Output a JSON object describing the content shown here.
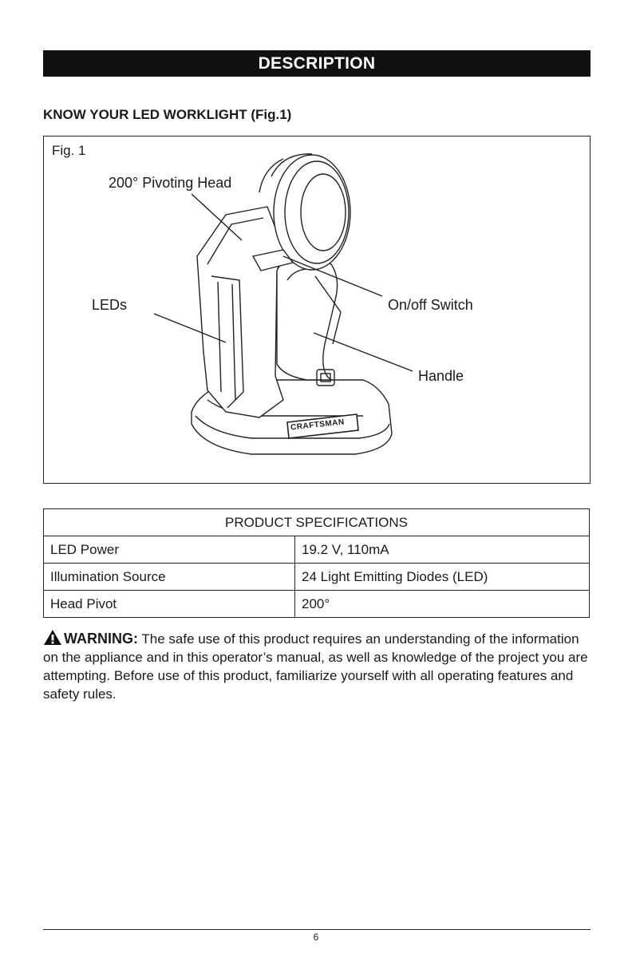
{
  "banner": {
    "title": "DESCRIPTION"
  },
  "heading": "KNOW YOUR LED WORKLIGHT (Fig.1)",
  "figure": {
    "label": "Fig. 1",
    "callouts": {
      "head": "200° Pivoting Head",
      "leds": "LEDs",
      "switch": "On/off Switch",
      "handle": "Handle"
    },
    "brand": "CRAFTSMAN"
  },
  "specs": {
    "title": "PRODUCT SPECIFICATIONS",
    "rows": [
      {
        "name": "LED Power",
        "value": "19.2 V, 110mA"
      },
      {
        "name": "Illumination Source",
        "value": "24 Light Emitting Diodes (LED)"
      },
      {
        "name": "Head Pivot",
        "value": "200°"
      }
    ]
  },
  "warning": {
    "word": "WARNING:",
    "text": " The safe use of this product requires an understanding of the information on the appliance and in this operator’s manual, as well as knowledge of the project you are attempting. Before use of this product, familiarize yourself with all operating features and safety rules."
  },
  "page": {
    "number": "6"
  }
}
